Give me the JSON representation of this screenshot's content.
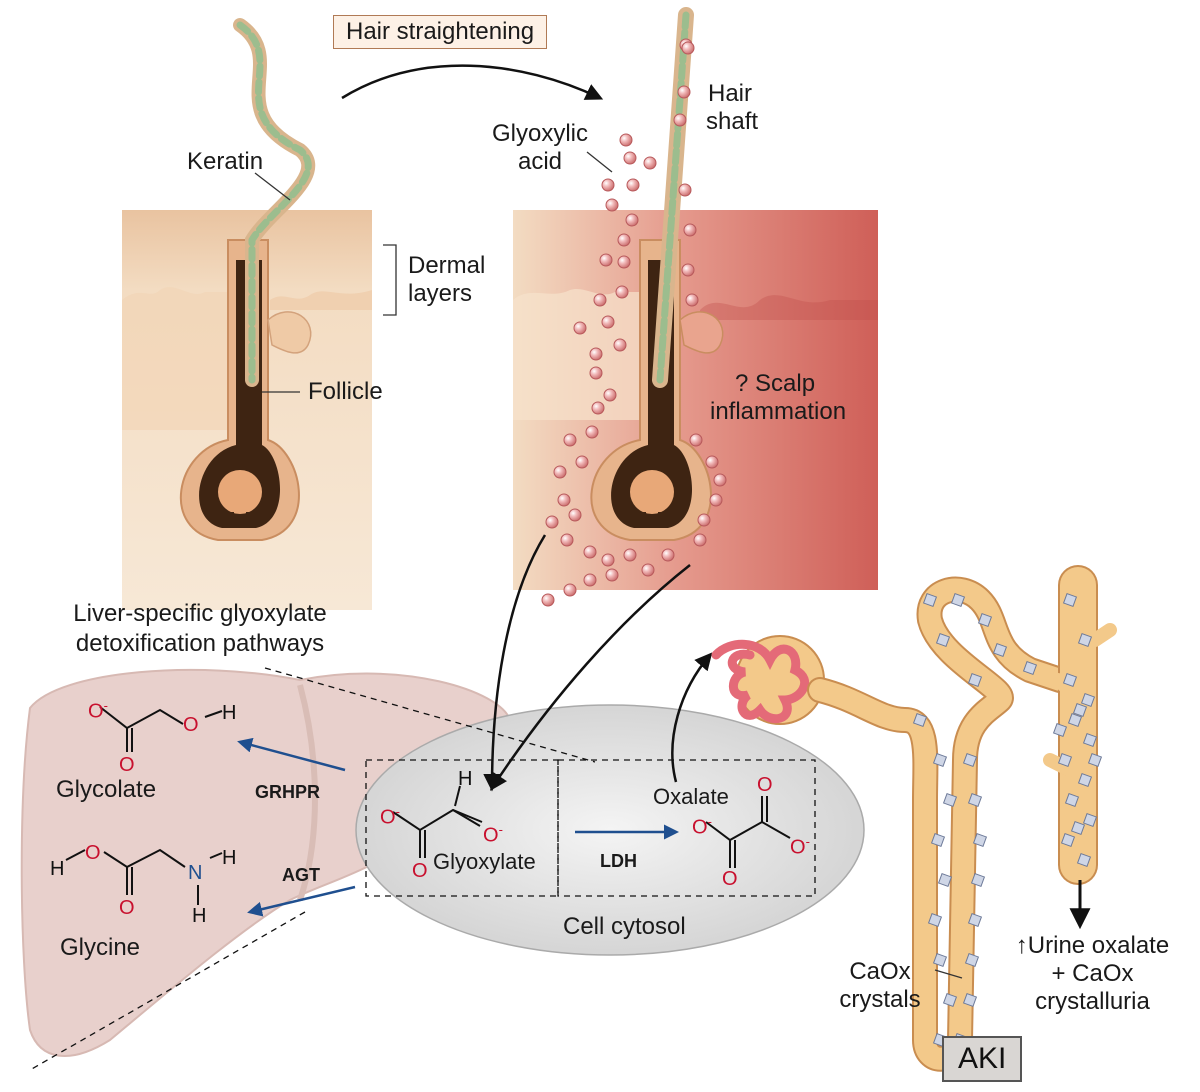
{
  "labels": {
    "hair_straightening": "Hair straightening",
    "keratin": "Keratin",
    "dermal_layers_1": "Dermal",
    "dermal_layers_2": "layers",
    "follicle": "Follicle",
    "glyoxylic_acid_1": "Glyoxylic",
    "glyoxylic_acid_2": "acid",
    "hair_shaft_1": "Hair",
    "hair_shaft_2": "shaft",
    "scalp_inflammation_1": "? Scalp",
    "scalp_inflammation_2": "inflammation",
    "liver_title_1": "Liver-specific glyoxylate",
    "liver_title_2": "detoxification pathways",
    "glycolate": "Glycolate",
    "glycine": "Glycine",
    "grhpr": "GRHPR",
    "agt": "AGT",
    "glyoxylate": "Glyoxylate",
    "ldh": "LDH",
    "oxalate": "Oxalate",
    "cell_cytosol": "Cell cytosol",
    "caox_crystals_1": "CaOx",
    "caox_crystals_2": "crystals",
    "urine_1": "↑Urine oxalate",
    "urine_2": "+ CaOx",
    "urine_3": "crystalluria",
    "aki": "AKI"
  },
  "atoms": {
    "o_minus": "O",
    "minus": "-",
    "o": "O",
    "h": "H",
    "n": "N"
  },
  "colors": {
    "skin_light": "#f3dcc2",
    "skin_dark": "#e2b58f",
    "inflamed": "#d9736a",
    "follicle_dark": "#3e2412",
    "keratin_green": "#9cbd8e",
    "molecule_pink": "#e39a9a",
    "liver": "#e8d0cc",
    "tubule": "#f3c98a",
    "glomerulus": "#e46a78",
    "enzyme_arrow": "#1f4f8f",
    "oxygen_red": "#c8102e"
  }
}
